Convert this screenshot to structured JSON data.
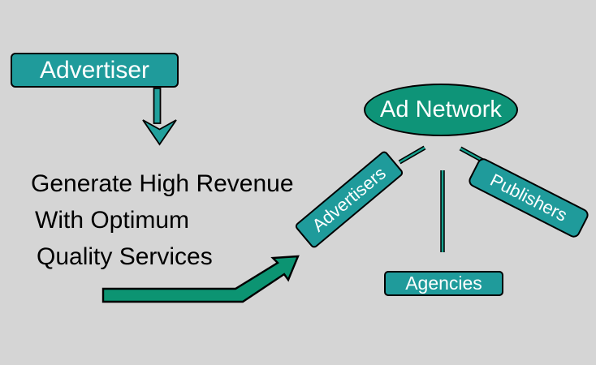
{
  "background": "#d5d5d5",
  "colors": {
    "box_teal": "#1f9b9b",
    "ellipse_green": "#0e9478",
    "arrow_green": "#0c9472",
    "down_arrow_teal": "#21a09c",
    "connector_teal": "#17a28f",
    "outline_black": "#000000",
    "text_white": "#ffffff",
    "text_black": "#000000"
  },
  "advertiser": {
    "label": "Advertiser"
  },
  "tagline": {
    "line1": "Generate High Revenue",
    "line2": "With Optimum",
    "line3": "Quality Services"
  },
  "network": {
    "label": "Ad Network"
  },
  "branches": {
    "advertisers": "Advertisers",
    "agencies": "Agencies",
    "publishers": "Publishers"
  },
  "icons": {
    "down_arrow": "down-arrow-icon",
    "growth_arrow": "bent-growth-arrow-icon"
  }
}
